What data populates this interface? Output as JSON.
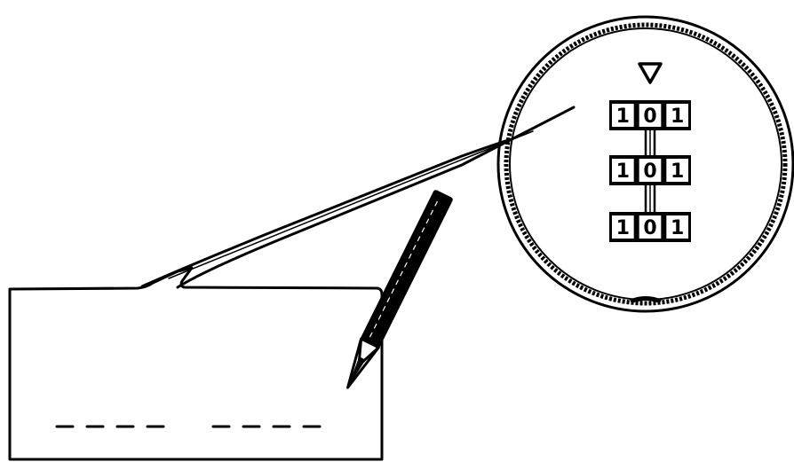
{
  "illustration": {
    "stroke_color": "#000000",
    "background_color": "#ffffff",
    "magnifier": {
      "indicator": "triangle-down-icon",
      "dial_rows": [
        {
          "digits": [
            "1",
            "0",
            "1"
          ]
        },
        {
          "digits": [
            "1",
            "0",
            "1"
          ]
        },
        {
          "digits": [
            "1",
            "0",
            "1"
          ]
        }
      ]
    },
    "blank_lines": {
      "count": 2,
      "dashes_per_line": 4
    }
  }
}
